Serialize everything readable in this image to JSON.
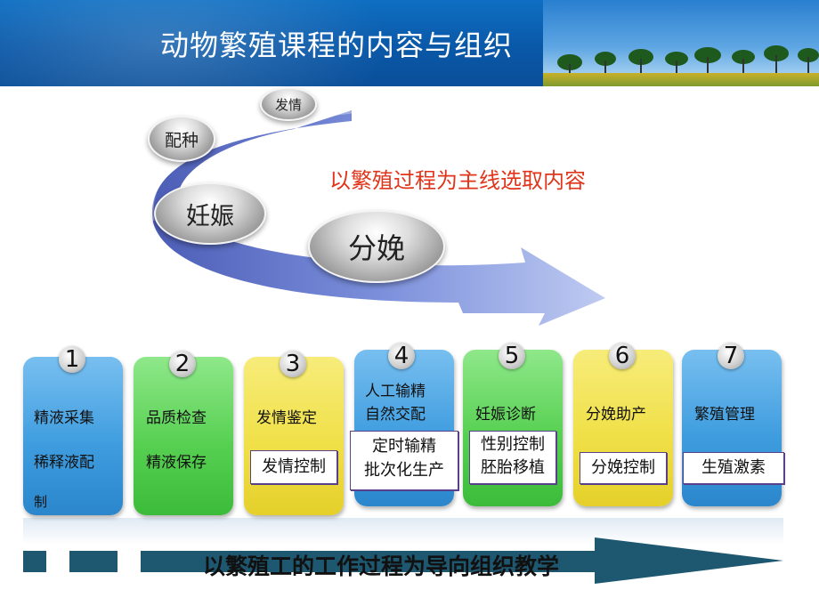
{
  "header": {
    "title": "动物繁殖课程的内容与组织"
  },
  "process": {
    "subtitle": "以繁殖过程为主线选取内容",
    "bubbles": [
      "发情",
      "配种",
      "妊娠",
      "分娩"
    ]
  },
  "stages": [
    {
      "num": "1",
      "lines": [
        "精液采集",
        "稀释液配",
        "制"
      ],
      "box": []
    },
    {
      "num": "2",
      "lines": [
        "品质检查",
        "精液保存"
      ],
      "box": []
    },
    {
      "num": "3",
      "lines": [
        "发情鉴定"
      ],
      "box": [
        "发情控制"
      ]
    },
    {
      "num": "4",
      "lines": [
        "人工输精",
        "自然交配"
      ],
      "box": [
        "定时输精",
        "批次化生产"
      ]
    },
    {
      "num": "5",
      "lines": [
        "妊娠诊断"
      ],
      "box": [
        "性别控制",
        "胚胎移植"
      ]
    },
    {
      "num": "6",
      "lines": [
        "分娩助产"
      ],
      "box": [
        "分娩控制"
      ]
    },
    {
      "num": "7",
      "lines": [
        "繁殖管理"
      ],
      "box": [
        "生殖激素"
      ]
    }
  ],
  "footer": {
    "banner": "以繁殖工的工作过程为导向组织教学"
  },
  "colors": {
    "header": "#0a58a8",
    "subtitle": "#e0351a",
    "card_blue": "#4aa3e0",
    "card_green": "#5ed35a",
    "card_yellow": "#f0e24a",
    "arrow": "#1e5870"
  }
}
